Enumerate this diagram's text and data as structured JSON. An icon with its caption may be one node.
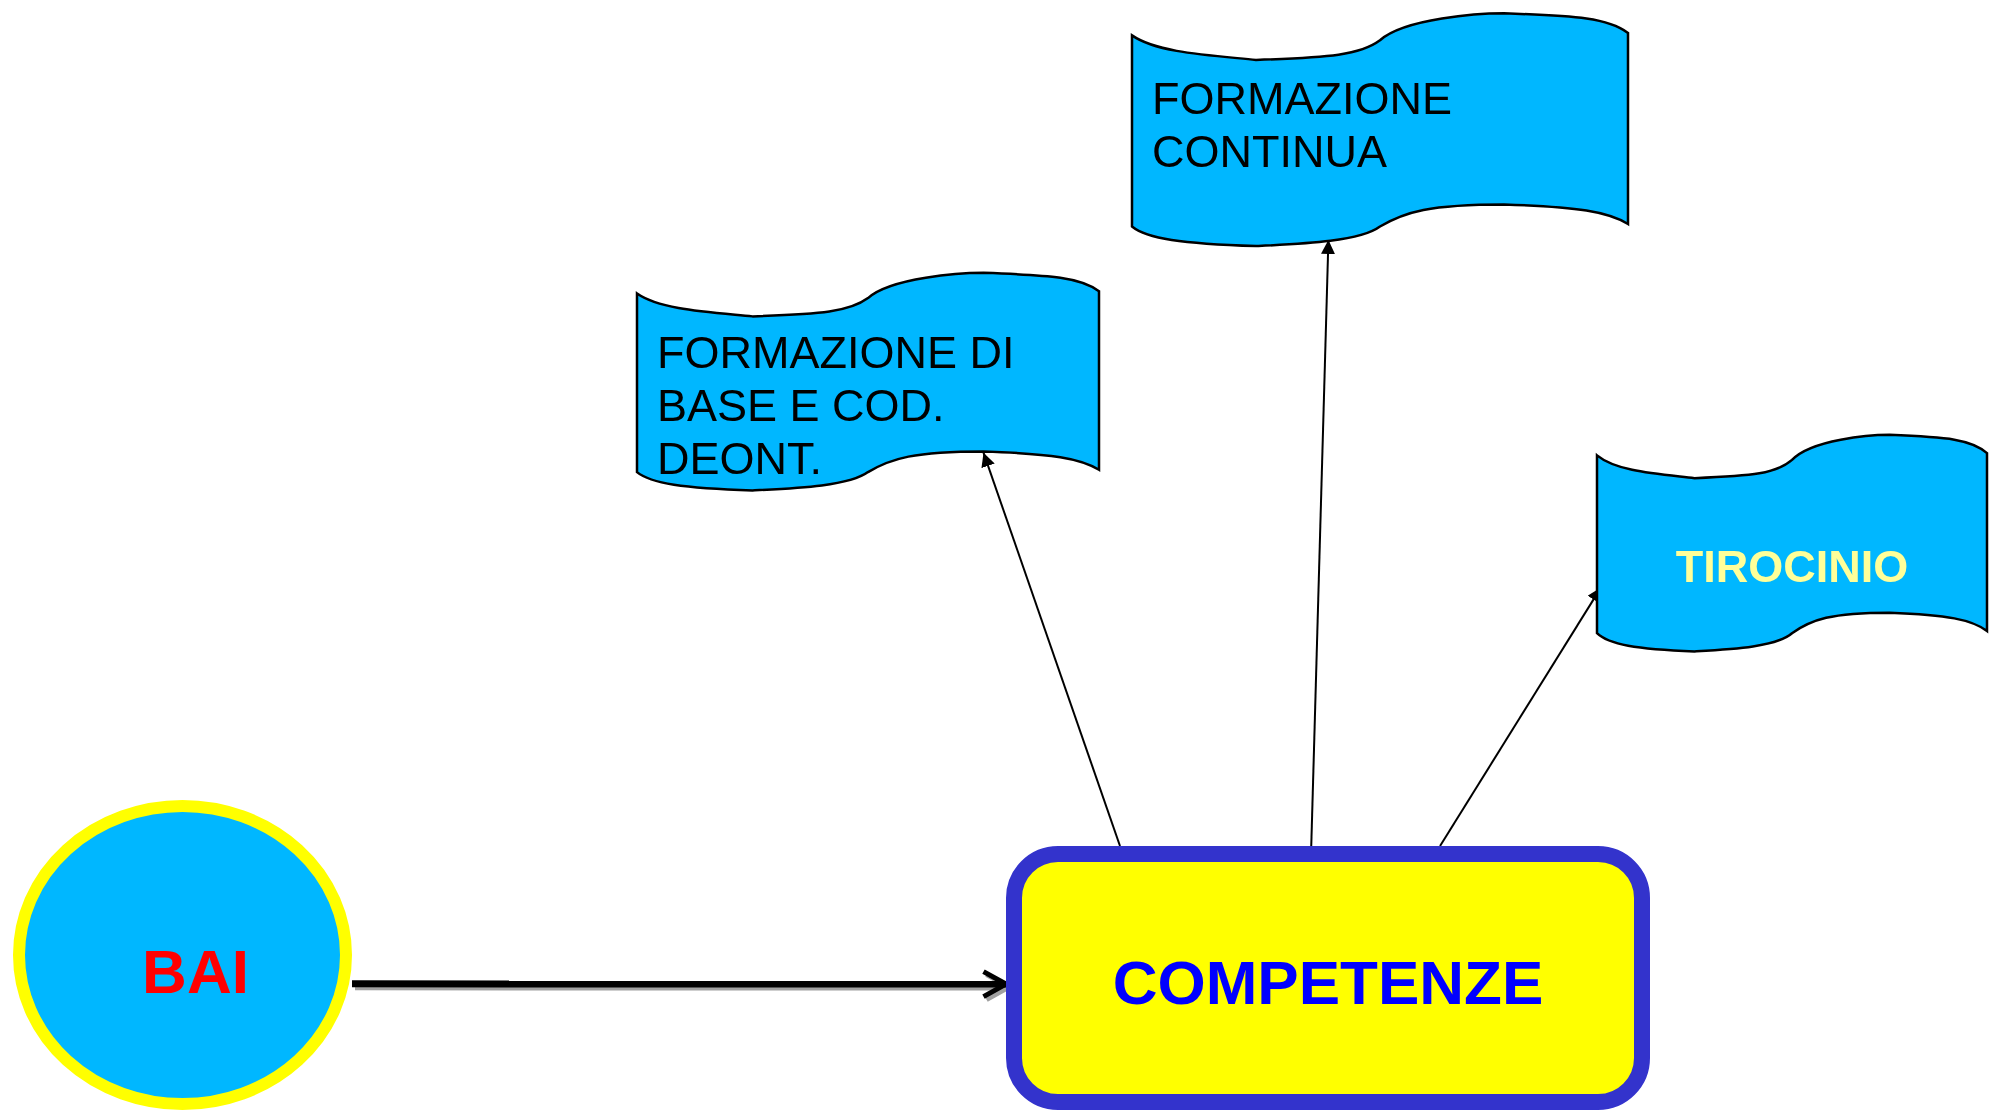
{
  "diagram": {
    "nodes": [
      {
        "text": [
          "FORMAZIONE CONTINUA"
        ]
      },
      {
        "text": [
          "FORMAZIONE DI BASE E COD. DEONT."
        ]
      },
      {
        "text": [
          "TIROCINIO"
        ]
      },
      {
        "text": [
          "BAI"
        ]
      },
      {
        "text": [
          "COMPETENZE"
        ]
      }
    ],
    "edges": [
      {
        "from": 3,
        "to": 4,
        "arrow": "to",
        "style": "thick"
      },
      {
        "from": 4,
        "to": 1,
        "arrow": "to"
      },
      {
        "from": 4,
        "to": 0,
        "arrow": "to"
      },
      {
        "from": 4,
        "to": 2,
        "arrow": "to"
      }
    ]
  }
}
